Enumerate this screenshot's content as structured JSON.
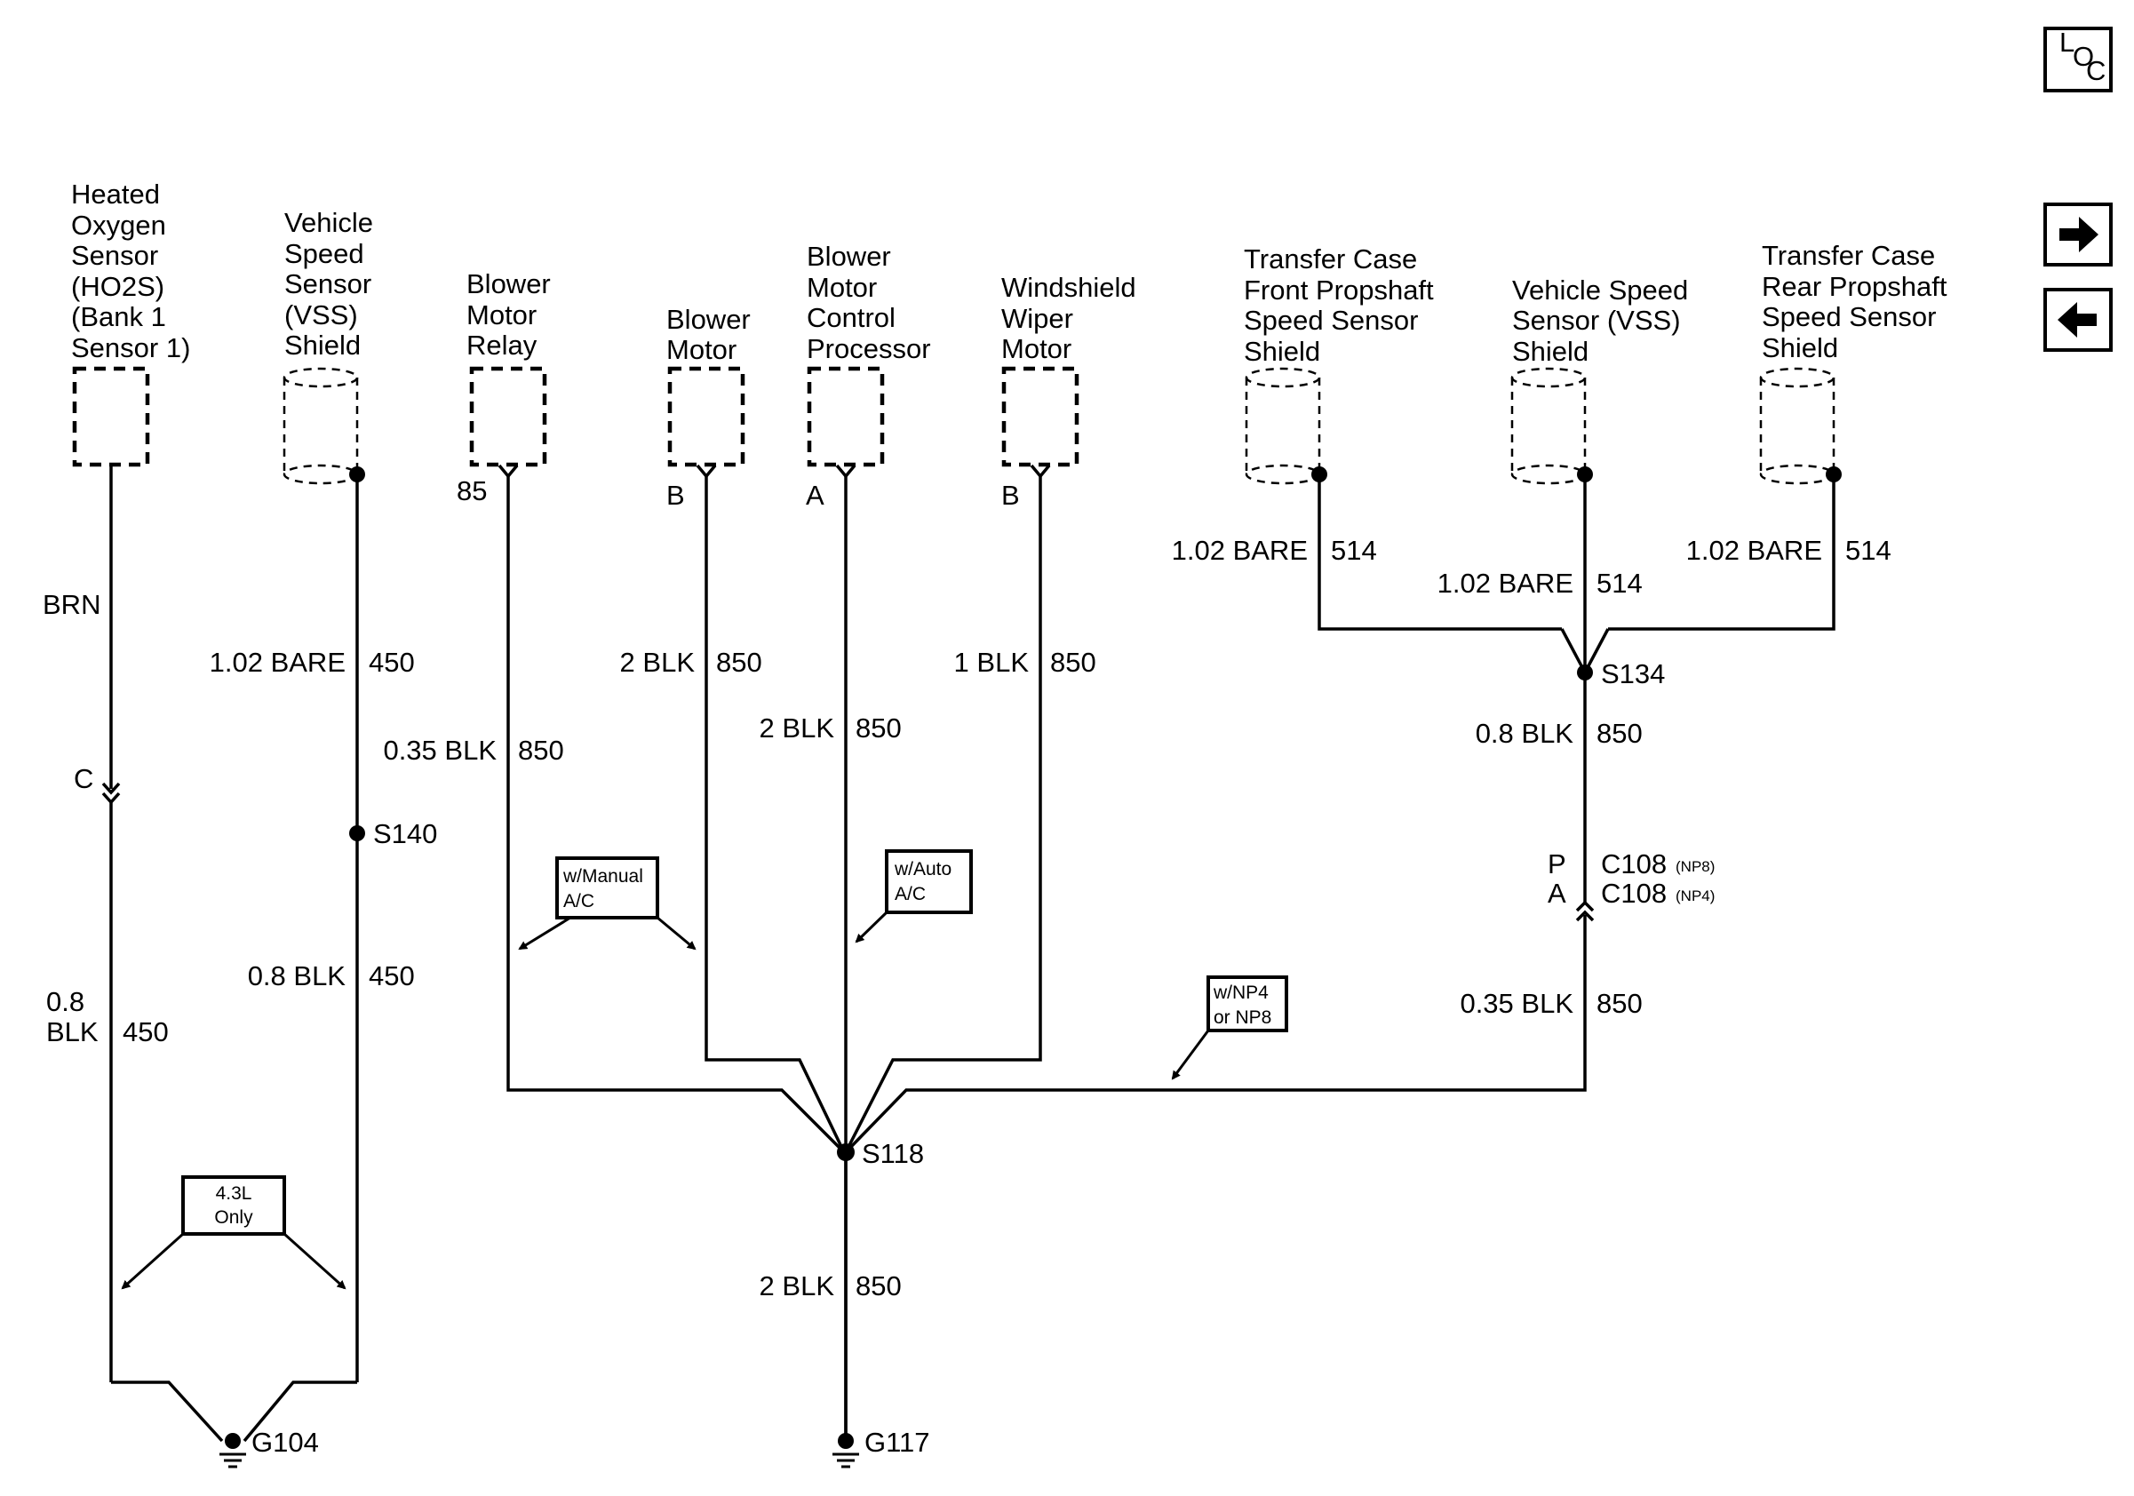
{
  "nav": {
    "loc_l": "L",
    "loc_o": "O",
    "loc_c": "C"
  },
  "components": {
    "ho2s": [
      "Heated",
      "Oxygen",
      "Sensor",
      "(HO2S)",
      "(Bank 1",
      "Sensor 1)"
    ],
    "vss_left": [
      "Vehicle",
      "Speed",
      "Sensor",
      "(VSS)",
      "Shield"
    ],
    "blower_relay": [
      "Blower",
      "Motor",
      "Relay"
    ],
    "blower_motor": [
      "Blower",
      "Motor"
    ],
    "blower_processor": [
      "Blower",
      "Motor",
      "Control",
      "Processor"
    ],
    "wiper_motor": [
      "Windshield",
      "Wiper",
      "Motor"
    ],
    "tc_front": [
      "Transfer Case",
      "Front Propshaft",
      "Speed Sensor",
      "Shield"
    ],
    "vss_right": [
      "Vehicle Speed",
      "Sensor (VSS)",
      "Shield"
    ],
    "tc_rear": [
      "Transfer Case",
      "Rear Propshaft",
      "Speed Sensor",
      "Shield"
    ]
  },
  "pins": {
    "relay": "85",
    "blower_motor": "B",
    "processor": "A",
    "wiper": "B",
    "ho2s_conn": "C",
    "c108_p": "P",
    "c108_a": "A"
  },
  "wires": {
    "ho2s_upper_color": "BRN",
    "ho2s_lower_size": "0.8",
    "ho2s_lower_color": "BLK",
    "ho2s_lower_circuit": "450",
    "vss_upper_gauge": "1.02 BARE",
    "vss_upper_circuit": "450",
    "vss_lower_gauge": "0.8 BLK",
    "vss_lower_circuit": "450",
    "relay_gauge": "0.35 BLK",
    "relay_circuit": "850",
    "blower_gauge": "2 BLK",
    "blower_circuit": "850",
    "processor_gauge": "2 BLK",
    "processor_circuit": "850",
    "wiper_gauge": "1 BLK",
    "wiper_circuit": "850",
    "tcf_gauge": "1.02 BARE",
    "tcf_circuit": "514",
    "vssr_gauge": "1.02 BARE",
    "vssr_circuit": "514",
    "tcr_gauge": "1.02 BARE",
    "tcr_circuit": "514",
    "s134_down_gauge": "0.8 BLK",
    "s134_down_circuit": "850",
    "c108_down_gauge": "0.35 BLK",
    "c108_down_circuit": "850",
    "ground_gauge": "2 BLK",
    "ground_circuit": "850"
  },
  "splices": {
    "s140": "S140",
    "s118": "S118",
    "s134": "S134"
  },
  "connectors": {
    "c108_p": "C108",
    "c108_p_opt": "(NP8)",
    "c108_a": "C108",
    "c108_a_opt": "(NP4)"
  },
  "grounds": {
    "g104": "G104",
    "g117": "G117"
  },
  "notes": {
    "manual_ac": [
      "w/Manual",
      "A/C"
    ],
    "auto_ac": [
      "w/Auto",
      "A/C"
    ],
    "np4": [
      "w/NP4",
      "or NP8"
    ],
    "engine": [
      "4.3L",
      "Only"
    ]
  }
}
